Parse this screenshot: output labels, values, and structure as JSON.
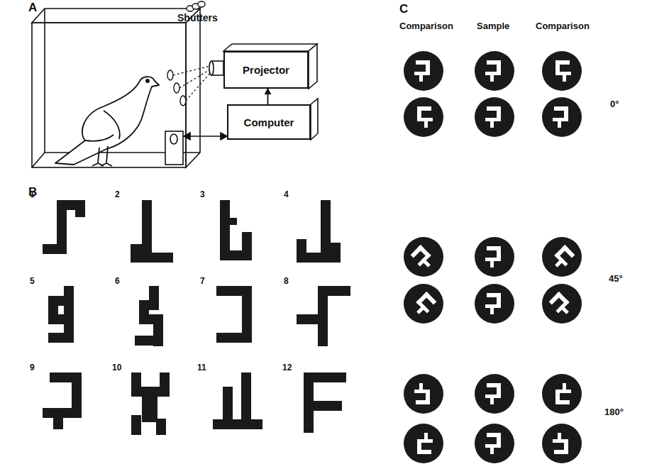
{
  "diagram": {
    "nodes": [
      {
        "text": [
          "Projector"
        ]
      },
      {
        "text": [
          "Computer"
        ]
      }
    ],
    "edges": [
      {
        "from": 1,
        "to": 0,
        "arrow": "to"
      }
    ],
    "labels": [
      "A",
      "Shutters",
      "B",
      "1",
      "2",
      "3",
      "4",
      "5",
      "6",
      "7",
      "8",
      "9",
      "10",
      "11",
      "12",
      "C",
      "Comparison",
      "Sample",
      "Comparison",
      "0°",
      "45°",
      "180°"
    ]
  }
}
